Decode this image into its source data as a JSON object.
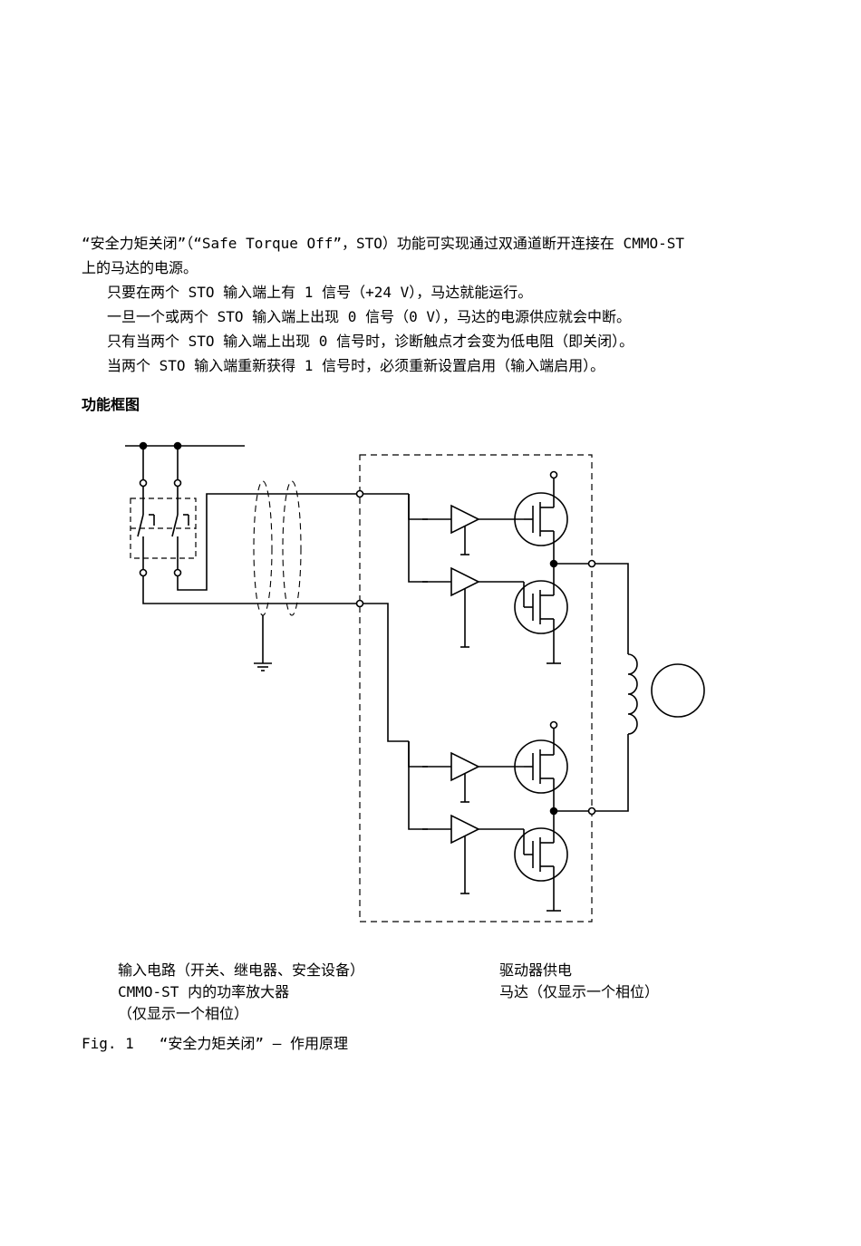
{
  "body": {
    "intro_line1": "“安全力矩关闭”（“Safe Torque Off”，STO）功能可实现通过双通道断开连接在 CMMO-ST",
    "intro_line2": "上的马达的电源。",
    "p1": "只要在两个 STO 输入端上有 1 信号（+24 V），马达就能运行。",
    "p2": "一旦一个或两个 STO 输入端上出现 0 信号（0 V），马达的电源供应就会中断。",
    "p3": "只有当两个 STO 输入端上出现 0 信号时，诊断触点才会变为低电阻（即关闭）。",
    "p4": "当两个 STO 输入端重新获得 1 信号时，必须重新设置启用（输入端启用）。"
  },
  "section": {
    "heading": "功能框图"
  },
  "legend": {
    "left_1": "输入电路（开关、继电器、安全设备）",
    "left_2": "CMMO-ST 内的功率放大器",
    "left_3": "（仅显示一个相位）",
    "right_1": "驱动器供电",
    "right_2": "马达（仅显示一个相位）"
  },
  "figure": {
    "label": "Fig. 1",
    "title": "“安全力矩关闭” – 作用原理"
  }
}
